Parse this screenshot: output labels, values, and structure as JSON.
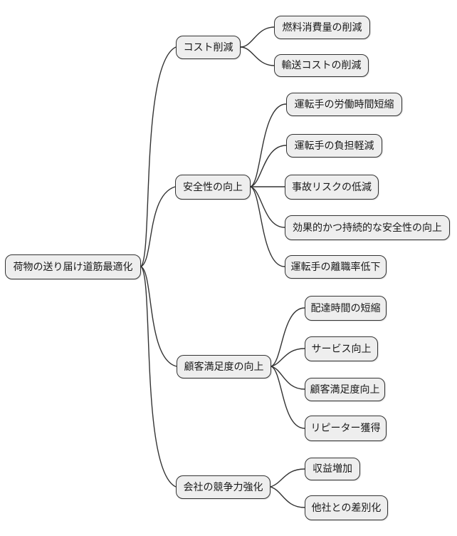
{
  "mindmap": {
    "theme": {
      "background": "#ffffff",
      "node_fill": "#eeeeee",
      "node_border": "#333333",
      "edge_color": "#333333",
      "text_color": "#1a1a1a"
    },
    "root": {
      "label": "荷物の送り届け道筋最適化"
    },
    "branches": [
      {
        "label": "コスト削減",
        "children": [
          {
            "label": "燃料消費量の削減"
          },
          {
            "label": "輸送コストの削減"
          }
        ]
      },
      {
        "label": "安全性の向上",
        "children": [
          {
            "label": "運転手の労働時間短縮"
          },
          {
            "label": "運転手の負担軽減"
          },
          {
            "label": "事故リスクの低減"
          },
          {
            "label": "効果的かつ持続的な安全性の向上"
          },
          {
            "label": "運転手の離職率低下"
          }
        ]
      },
      {
        "label": "顧客満足度の向上",
        "children": [
          {
            "label": "配達時間の短縮"
          },
          {
            "label": "サービス向上"
          },
          {
            "label": "顧客満足度向上"
          },
          {
            "label": "リピーター獲得"
          }
        ]
      },
      {
        "label": "会社の競争力強化",
        "children": [
          {
            "label": "収益増加"
          },
          {
            "label": "他社との差別化"
          }
        ]
      }
    ]
  }
}
